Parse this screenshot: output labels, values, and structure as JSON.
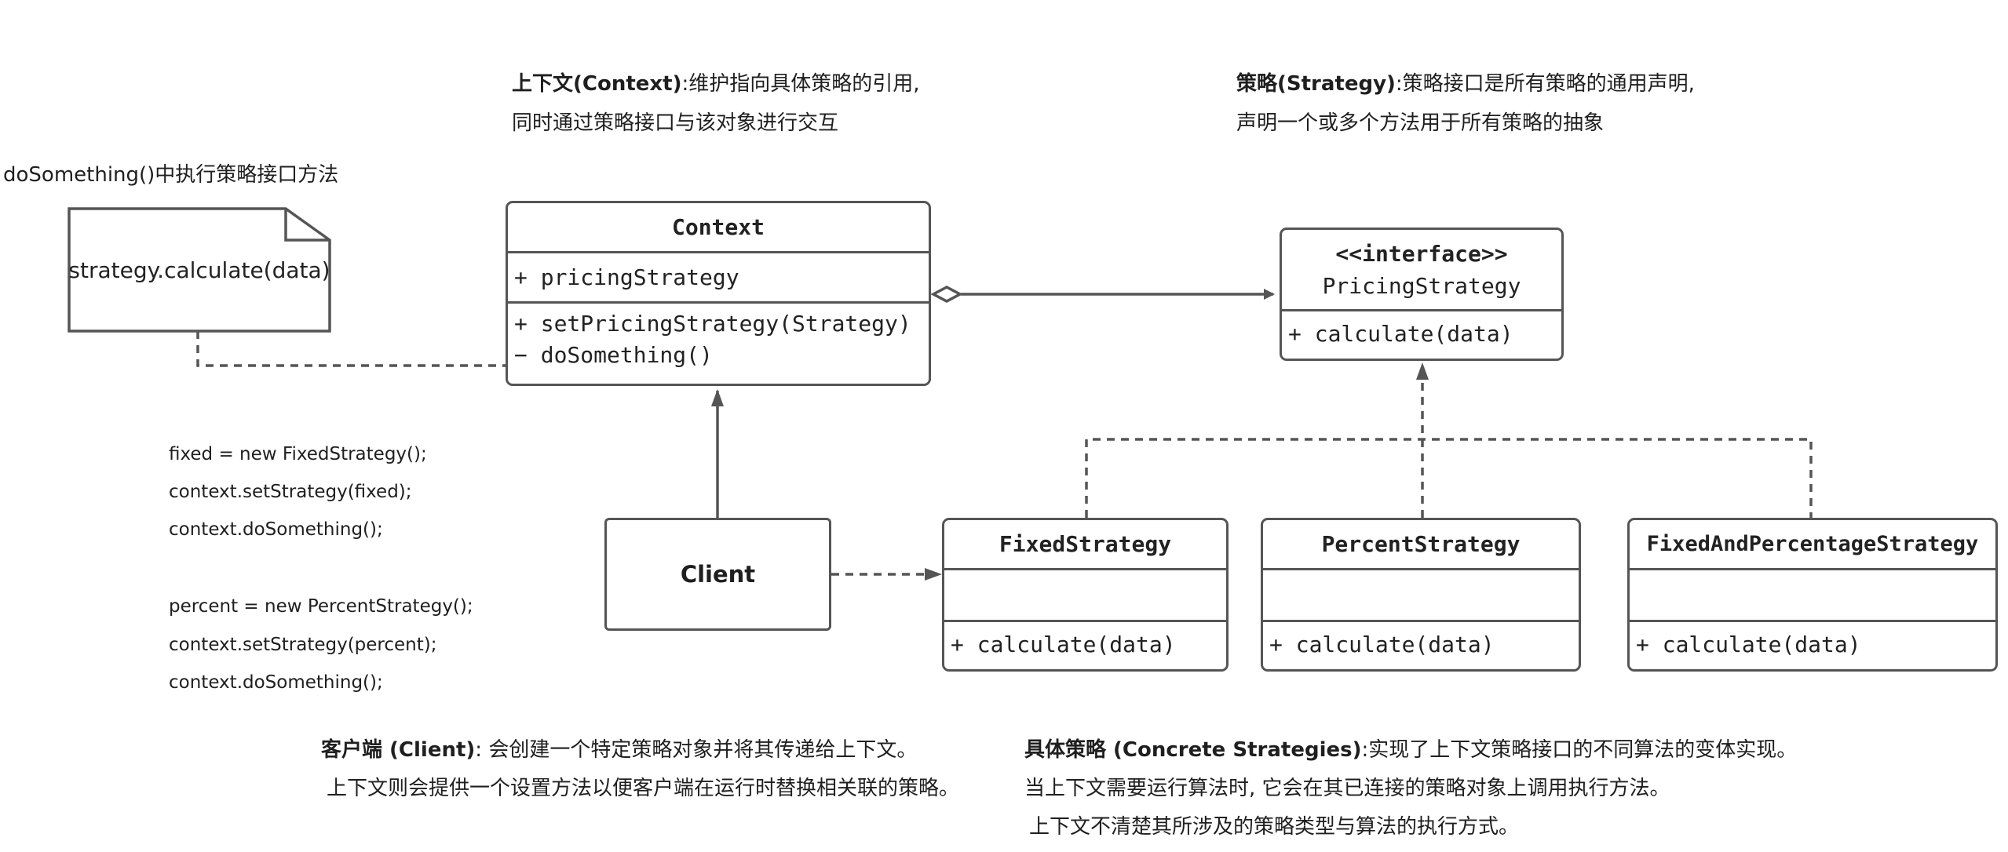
{
  "annotations": {
    "context_note": {
      "line1_bold": "上下文(Context)",
      "line1_rest": ":维护指向具体策略的引用,",
      "line2": "同时通过策略接口与该对象进行交互"
    },
    "strategy_note": {
      "line1_bold": "策略(Strategy)",
      "line1_rest": ":策略接口是所有策略的通用声明,",
      "line2": "声明一个或多个方法用于所有策略的抽象"
    },
    "do_something_note": "doSomething()中执行策略接口方法",
    "client_note": {
      "line1_bold": "客户端 (Client)",
      "line1_rest": ": 会创建一个特定策略对象并将其传递给上下文。",
      "line2": "上下文则会提供一个设置方法以便客户端在运行时替换相关联的策略。"
    },
    "concrete_note": {
      "line1_bold": "具体策略 (Concrete Strategies)",
      "line1_rest": ":实现了上下文策略接口的不同算法的变体实现。",
      "line2": "当上下文需要运行算法时,  它会在其已连接的策略对象上调用执行方法。",
      "line3": "上下文不清楚其所涉及的策略类型与算法的执行方式。"
    }
  },
  "sticky_note": {
    "text": "strategy.calculate(data)"
  },
  "code_sample": [
    "fixed = new FixedStrategy();",
    "context.setStrategy(fixed);",
    "context.doSomething();",
    "",
    "percent = new PercentStrategy();",
    "context.setStrategy(percent);",
    "context.doSomething();"
  ],
  "classes": {
    "context": {
      "name": "Context",
      "attributes": [
        "+ pricingStrategy"
      ],
      "methods": [
        "+ setPricingStrategy(Strategy)",
        "− doSomething()"
      ]
    },
    "pricing_strategy": {
      "stereotype": "<<interface>>",
      "name": "PricingStrategy",
      "methods": [
        "+ calculate(data)"
      ]
    },
    "client": {
      "name": "Client"
    },
    "fixed_strategy": {
      "name": "FixedStrategy",
      "methods": [
        "+ calculate(data)"
      ]
    },
    "percent_strategy": {
      "name": "PercentStrategy",
      "methods": [
        "+ calculate(data)"
      ]
    },
    "fixed_and_percentage_strategy": {
      "name": "FixedAndPercentageStrategy",
      "methods": [
        "+ calculate(data)"
      ]
    }
  },
  "colors": {
    "line": "#555555",
    "text": "#1f1f1f"
  }
}
